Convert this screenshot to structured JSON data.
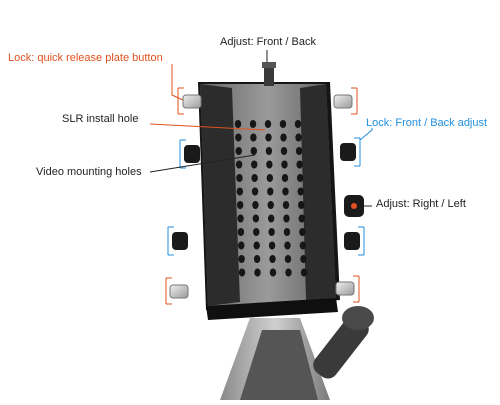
{
  "labels": {
    "adjust_front_back": "Adjust: Front / Back",
    "lock_quick_release": "Lock: quick release plate button",
    "slr_install_hole": "SLR install hole",
    "lock_front_back_adjust": "Lock: Front / Back adjust",
    "video_mounting_holes": "Video mounting holes",
    "adjust_right_left": "Adjust: Right / Left"
  },
  "colors": {
    "red_accent": "#e0521f",
    "blue_accent": "#1f8fe0",
    "plate_dark": "#1c1c1c",
    "plate_metal": "#7a7a7a",
    "felt": "#2a2a2a",
    "knob_silver": "#c8c8c8"
  },
  "icons": {
    "quick_release_button": "silver-knob-icon",
    "front_back_lock_knob": "black-knob-icon",
    "right_left_adjust_knob": "black-knob-red-dot-icon"
  }
}
